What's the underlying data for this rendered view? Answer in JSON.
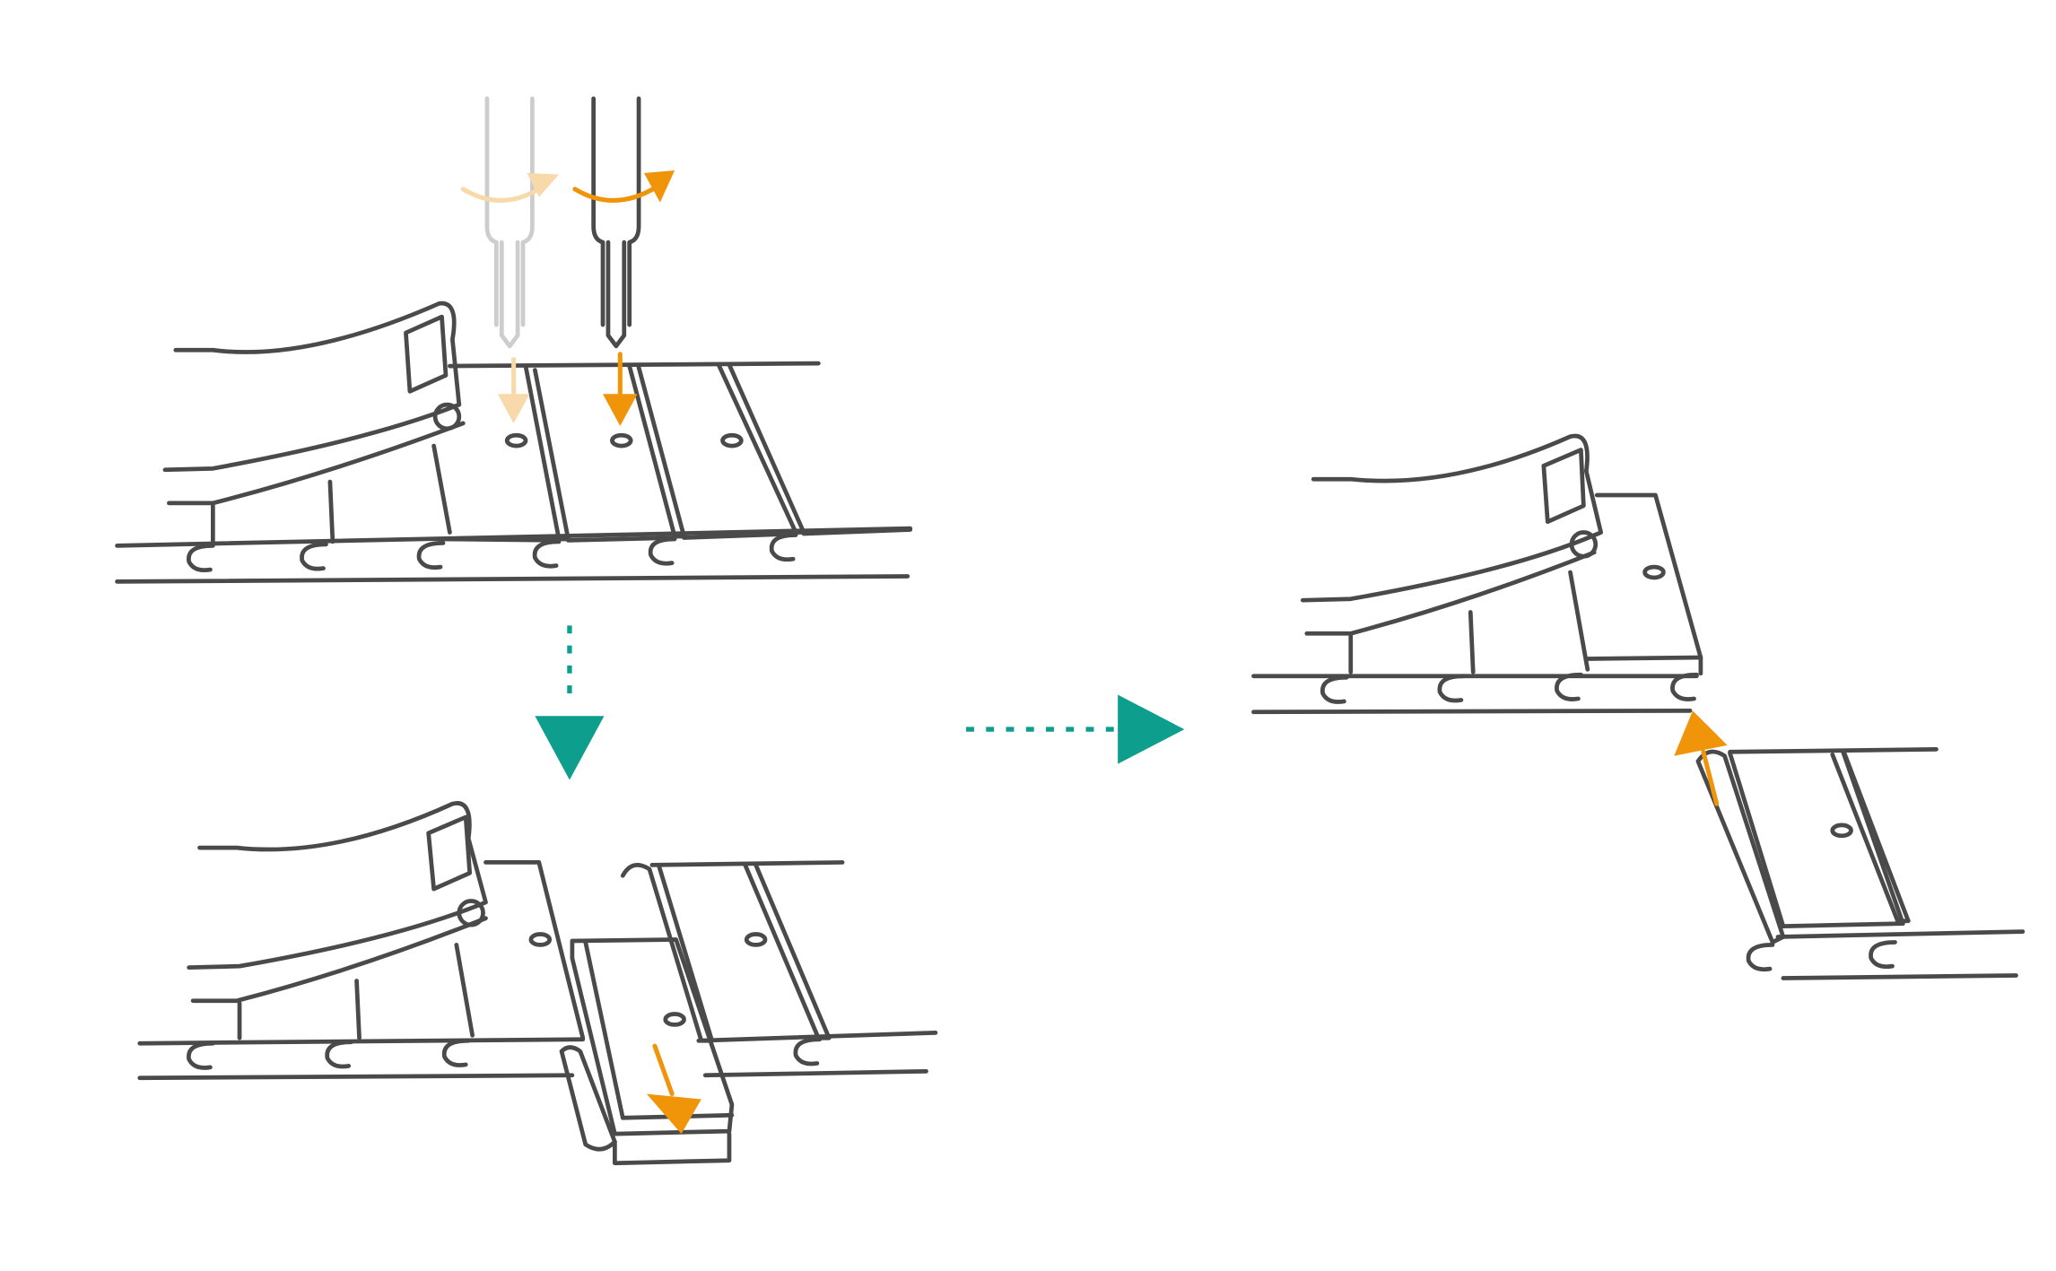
{
  "diagram": {
    "steps": [
      {
        "id": "step-1",
        "action": "unscrew-pins-with-screwdriver"
      },
      {
        "id": "step-2",
        "action": "slide-out-link"
      },
      {
        "id": "step-3",
        "action": "reconnect-remaining-links"
      }
    ],
    "connectors": [
      {
        "from": "step-1",
        "to": "step-2",
        "style": "dotted-arrow"
      },
      {
        "from": "step-2",
        "to": "step-3",
        "style": "dotted-arrow"
      }
    ]
  },
  "colors": {
    "line": "#4a4a4a",
    "action": "#f0940a",
    "action_faded": "#f8d9a9",
    "tool_faded": "#cdcdcd",
    "flow": "#0e9e8e",
    "background": "#ffffff"
  },
  "icons": {
    "tool": "screwdriver-icon",
    "rotate": "rotate-arrow-icon",
    "push": "push-arrow-icon",
    "flow": "dotted-arrow-icon"
  }
}
